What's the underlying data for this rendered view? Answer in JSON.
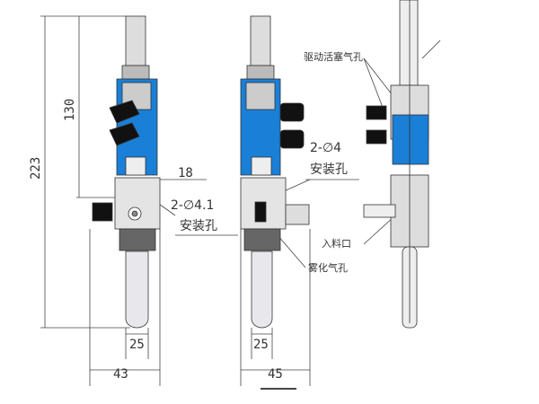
{
  "dimensions": {
    "overall_height": "223",
    "upper_height": "130",
    "hole_offset": "18",
    "left_nozzle_width": "25",
    "left_total_width": "43",
    "mid_nozzle_width": "25",
    "mid_total_width": "45"
  },
  "annotations": {
    "left_hole_spec": "2-∅4.1",
    "left_hole_label": "安装孔",
    "mid_hole_spec": "2-∅4",
    "mid_hole_label": "安装孔",
    "atomizing_air_port": "雾化气孔",
    "piston_air_port": "驱动活塞气孔",
    "material_inlet": "入料口"
  },
  "colors": {
    "body_blue": "#1a7fd6",
    "metal": "#d8d8d8",
    "fitting": "#111111"
  }
}
